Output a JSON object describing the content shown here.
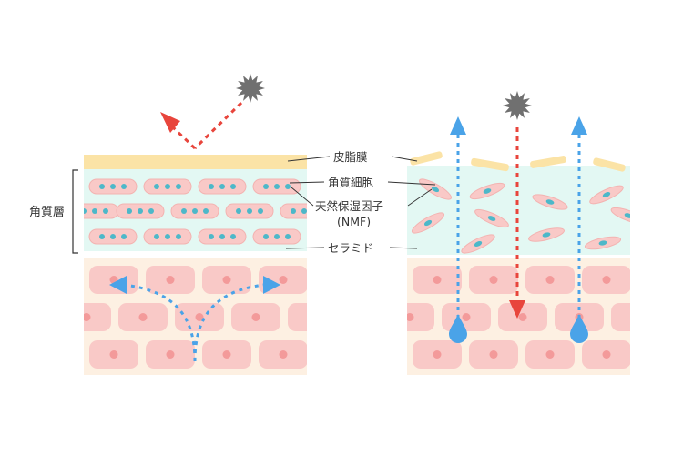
{
  "labels": {
    "stratum_corneum": "角質層",
    "sebum_film": "皮脂膜",
    "corneocytes": "角質細胞",
    "nmf_line1": "天然保湿因子",
    "nmf_line2": "(NMF)",
    "ceramide": "セラミド"
  },
  "colors": {
    "sebum": "#fbe3a6",
    "ceramide_bg": "#e3f8f3",
    "cell": "#f9c9c7",
    "cell_border": "#f3b3b1",
    "nucleus": "#f39a9a",
    "nmf_dot": "#4db8c9",
    "skin_bg": "#fdf0e2",
    "arrow_blue": "#4aa3e8",
    "arrow_red": "#e8453c",
    "uv_sun": "#707070"
  },
  "icons": {
    "uv": "uv-sun-icon",
    "water_drop": "water-drop-icon"
  }
}
